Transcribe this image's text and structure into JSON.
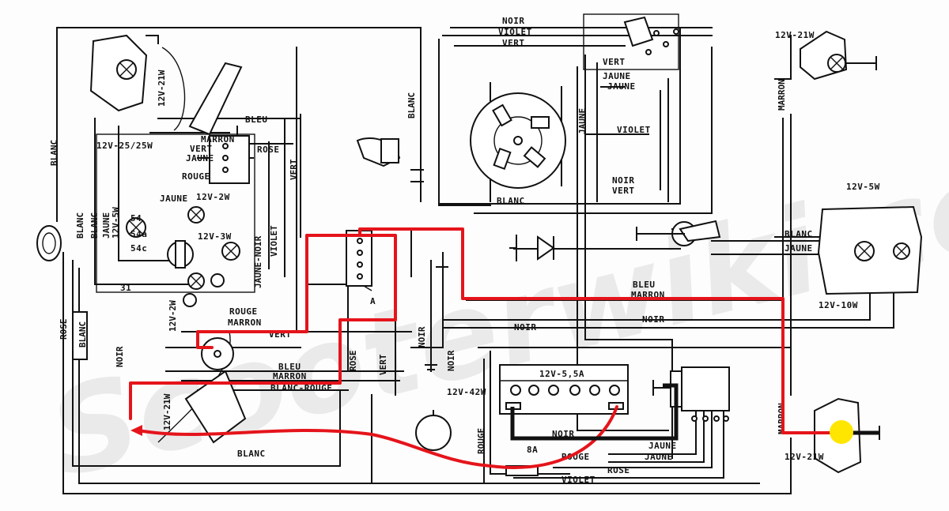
{
  "watermark": "Scooterwiki.com",
  "wire_labels": {
    "noir_top": "NOIR",
    "violet_top": "VIOLET",
    "vert_top": "VERT",
    "vert_switch": "VERT",
    "jaune_a": "JAUNE",
    "jaune_b": "JAUNE",
    "jaune_v": "JAUNE",
    "violet_stator": "VIOLET",
    "noir_stator": "NOIR",
    "vert_stator": "VERT",
    "blanc_stator": "BLANC",
    "blanc_v": "BLANC",
    "bleu_top": "BLEU",
    "marron_sw": "MARRON",
    "vert_sw": "VERT",
    "jaune_sw": "JAUNE",
    "rouge_sw": "ROUGE",
    "jaune_mid": "JAUNE",
    "rose_sw": "ROSE",
    "vert_v": "VERT",
    "blanc_left": "BLANC",
    "blanc_left2": "BLANC",
    "jaune_left": "JAUNE",
    "rose_left": "ROSE",
    "blanc_left3": "BLANC",
    "noir_left": "NOIR",
    "violet_mid": "VIOLET",
    "jaune_noir": "JAUNE-NOIR",
    "rouge_mid": "ROUGE",
    "marron_mid": "MARRON",
    "vert_mid": "VERT",
    "bleu_low": "BLEU",
    "marron_low": "MARRON",
    "blanc_rouge": "BLANC-ROUGE",
    "rose_low": "ROSE",
    "vert_low": "VERT",
    "noir_v": "NOIR",
    "noir_v2": "NOIR",
    "noir_mid": "NOIR",
    "noir_right": "NOIR",
    "bleu_right": "BLEU",
    "marron_right": "MARRON",
    "blanc_right": "BLANC",
    "jaune_right": "JAUNE",
    "blanc_bottom": "BLANC",
    "noir_batt": "NOIR",
    "rouge_batt": "ROUGE",
    "rouge_v": "ROUGE",
    "jaune_reg1": "JAUNE",
    "jaune_reg2": "JAUNE",
    "rose_bottom": "ROSE",
    "violet_bottom": "VIOLET",
    "marron_rear_top": "MARRON",
    "marron_rear_bot": "MARRON",
    "junction_a": "A"
  },
  "component_labels": {
    "bulb_top_left": "12V-21W",
    "bulb_25": "12V-25/25W",
    "bulb_2w_a": "12V-2W",
    "bulb_3w": "12V-3W",
    "bulb_5w_left": "12V-5W",
    "bulb_2w_b": "12V-2W",
    "bulb_left_low": "12V-21W",
    "bulb_top_right": "12V-21W",
    "bulb_5w_right": "12V-5W",
    "bulb_10w": "12V-10W",
    "bulb_bottom_right": "12V-21W",
    "horn": "12V-42W",
    "battery": "12V-5,5A",
    "fuse": "8A",
    "terminal_54": "54",
    "terminal_54a": "54a",
    "terminal_54c": "54c",
    "terminal_31": "31"
  },
  "colors": {
    "line": "#111111",
    "highlight": "#e5141b",
    "marker": "#ffe600"
  }
}
